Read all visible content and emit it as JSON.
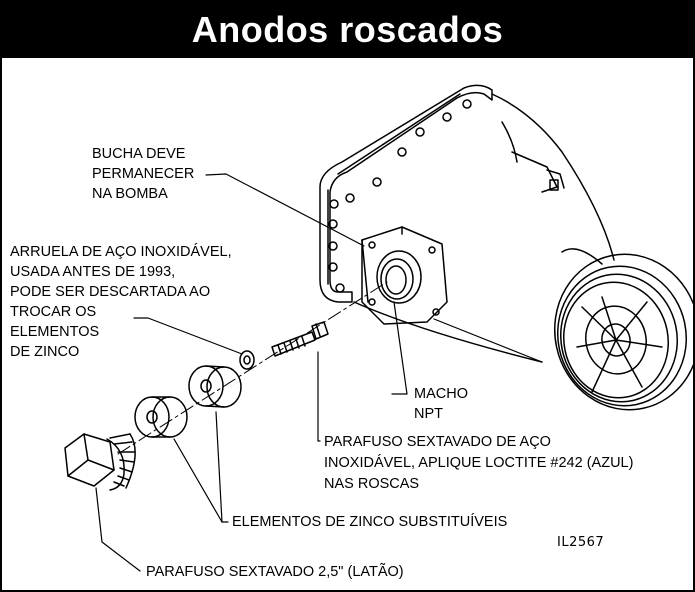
{
  "title": "Anodos roscados",
  "labels": {
    "bushing": [
      "BUCHA DEVE",
      "PERMANECER",
      "NA BOMBA"
    ],
    "washer": [
      "ARRUELA DE AÇO INOXIDÁVEL,",
      "USADA ANTES DE 1993,",
      "PODE SER DESCARTADA AO",
      "TROCAR OS",
      "ELEMENTOS",
      "DE ZINCO"
    ],
    "npt": [
      "MACHO",
      "NPT"
    ],
    "capscrew": [
      "PARAFUSO SEXTAVADO DE AÇO",
      "INOXIDÁVEL, APLIQUE LOCTITE #242 (AZUL)",
      "NAS ROSCAS"
    ],
    "zinc": "ELEMENTOS DE ZINCO SUBSTITUÍVEIS",
    "code": "IL2567",
    "plug": "PARAFUSO SEXTAVADO 2,5\" (LATÃO)"
  },
  "colors": {
    "ink": "#000000",
    "paper": "#ffffff"
  }
}
